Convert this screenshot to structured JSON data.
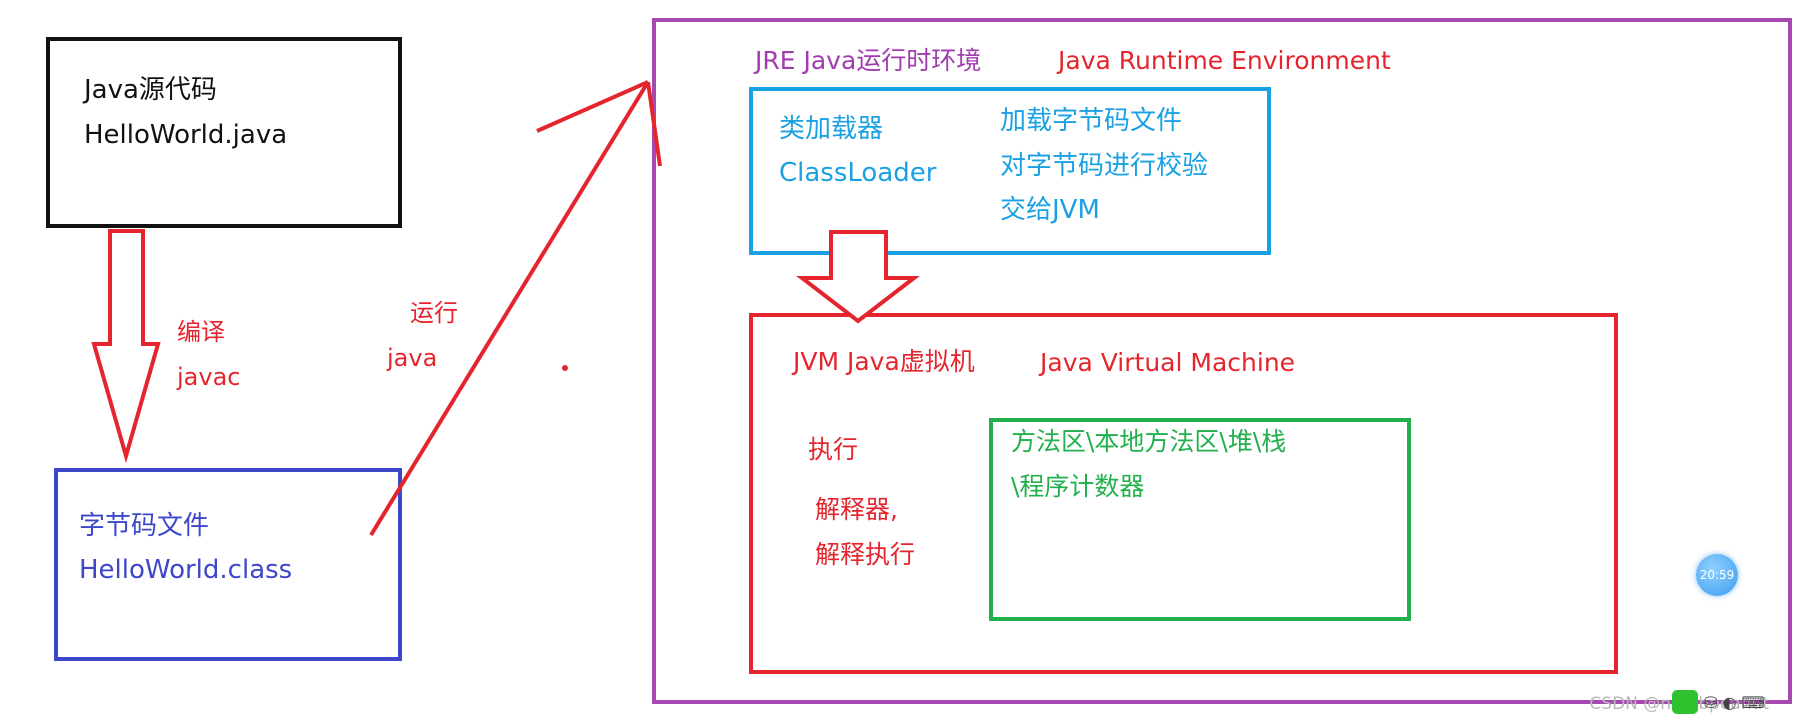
{
  "source_box": {
    "line1": "Java源代码",
    "line2": "HelloWorld.java"
  },
  "compile_label": {
    "line1": "编译",
    "line2": "javac"
  },
  "bytecode_box": {
    "line1": "字节码文件",
    "line2": "HelloWorld.class"
  },
  "run_label": {
    "line1": "运行",
    "line2": "java"
  },
  "jre": {
    "title": "JRE Java运行时环境",
    "title_en": "Java Runtime Environment"
  },
  "classloader": {
    "name_cn": "类加载器",
    "name_en": "ClassLoader",
    "step1": "加载字节码文件",
    "step2": "对字节码进行校验",
    "step3": "交给JVM"
  },
  "jvm": {
    "title": "JVM Java虚拟机",
    "title_en": "Java Virtual Machine",
    "exec": "执行",
    "interp1": "解释器,",
    "interp2": "解释执行"
  },
  "memory": {
    "line1": "方法区\\本地方法区\\堆\\栈",
    "line2": "\\程序计数器"
  },
  "widget": {
    "time": "20:59"
  },
  "watermark": "CSDN @nifmbpeanut",
  "colors": {
    "black": "#111111",
    "blue": "#3d47c9",
    "purple": "#a64ab2",
    "cyan": "#1aa1e3",
    "red": "#e5252d",
    "green": "#21b04b",
    "purple_text": "#a23bb0"
  }
}
